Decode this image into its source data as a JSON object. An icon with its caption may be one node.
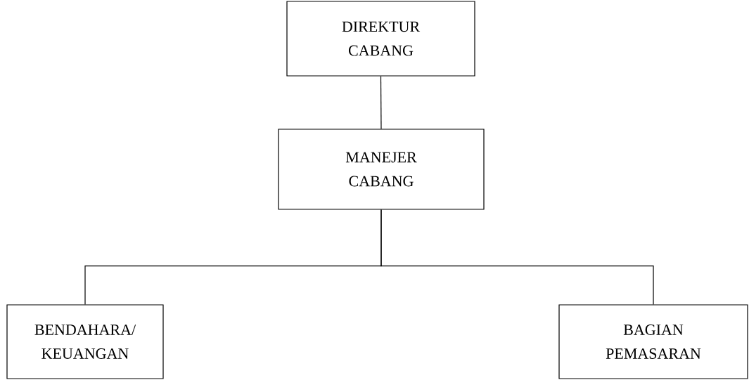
{
  "diagram": {
    "nodes": [
      {
        "text": [
          "DIREKTUR CABANG"
        ]
      },
      {
        "text": [
          "MANEJER CABANG"
        ]
      },
      {
        "text": [
          "BENDAHARA/ KEUANGAN"
        ]
      },
      {
        "text": [
          "BAGIAN PEMASARAN"
        ]
      }
    ],
    "edges": [
      {
        "from": 0,
        "to": 1,
        "arrow": "none"
      },
      {
        "from": 1,
        "to": 2,
        "arrow": "none"
      },
      {
        "from": 1,
        "to": 3,
        "arrow": "none"
      }
    ]
  }
}
